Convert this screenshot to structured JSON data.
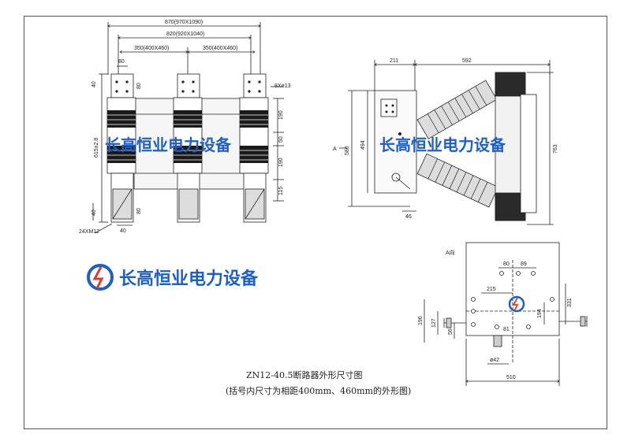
{
  "front_view": {
    "dims": {
      "total_width": "870(970X1090)",
      "pole_width": "820(920X1040)",
      "left_pitch": "350(400X460)",
      "right_pitch": "350(400X460)",
      "top_80": "80",
      "top_40": "40",
      "top_80b": "80",
      "holes": "8Xø13",
      "side_615": "615±2.8",
      "d190a": "190",
      "d50": "50",
      "d190b": "190",
      "d115": "115",
      "bot_40": "40",
      "bot_80": "80",
      "bolts": "24XM12",
      "bot_40b": "40"
    }
  },
  "side_view": {
    "dims": {
      "d211": "211",
      "d592": "592",
      "d580": "580",
      "d494": "494",
      "d763": "763",
      "d46": "46",
      "label_a": "A"
    }
  },
  "base_view": {
    "dims": {
      "label": "A向",
      "d80": "80",
      "d89": "89",
      "d215": "215",
      "d331": "331",
      "d196": "196",
      "d127": "127",
      "d56": "56",
      "d81": "81",
      "d194": "194",
      "d42": "ø42",
      "d510": "510"
    }
  },
  "watermark": {
    "text": "长高恒业电力设备"
  },
  "logo": {
    "text": "长高恒业电力设备",
    "color": "#1d5fc7",
    "accent": "#e03a2a"
  },
  "caption": {
    "line1": "ZN12-40.5断路器外形尺寸图",
    "line2": "(括号内尺寸为相距400mm、460mm的外形图)"
  }
}
